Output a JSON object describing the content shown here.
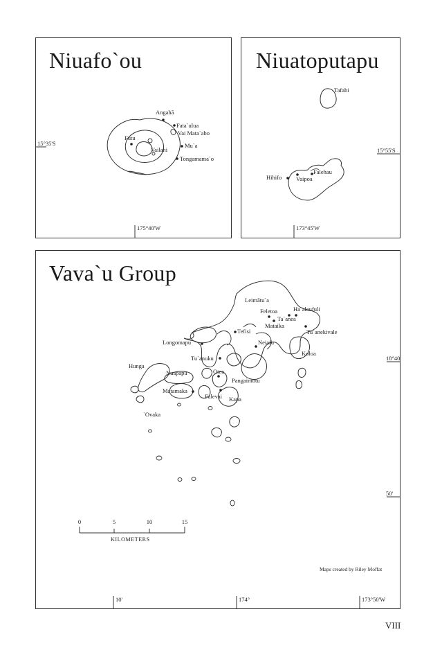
{
  "niuafoou": {
    "title": "Niuafo`ou",
    "places": {
      "angaha": "Angahā",
      "futaulua": "Fata`ulua",
      "vaimataabo": "Vai Mata`abo",
      "futu": "Futu",
      "vailahi": "Vailahi",
      "mua": "Mu`a",
      "tongamamao": "Tongamama`o"
    },
    "lat": "15°35'S",
    "lon": "175°40'W"
  },
  "niuatoputapu": {
    "title": "Niuatoputapu",
    "places": {
      "tafahi": "Tafahi",
      "falehau": "Falehau",
      "hihifo": "Hihifo",
      "vaipoa": "Vaipoa"
    },
    "lat": "15°55'S",
    "lon": "173°45'W"
  },
  "vavau": {
    "title": "Vava`u Group",
    "places": {
      "leimatua": "Leimātu`a",
      "feletoa": "Feletoa",
      "haalaufuli": "Ha`alaufuli",
      "taanea": "Ta`anea",
      "mataika": "Mataika",
      "tuanekivale": "Tu`anekivale",
      "tefisi": "Tefisi",
      "longomapu": "Longomapu",
      "neiafu": "Neiafu",
      "koloa": "Koloa",
      "tuanuku": "Tu`anuku",
      "hunga": "Hunga",
      "nuapapu": "Nuapapu",
      "otea": "Otea",
      "pangaimotu": "Pangaimotu",
      "matamaka": "Matamaka",
      "falevai": "Falevai",
      "kapa": "Kapa",
      "ovaka": "`Ovaka"
    },
    "lat_top": "18°40'S",
    "lat_bottom": "50'",
    "lon_left": "10'",
    "lon_mid": "174°",
    "lon_right": "173°50'W",
    "scale": {
      "ticks": [
        "0",
        "5",
        "10",
        "15"
      ],
      "label": "KILOMETERS"
    },
    "credit": "Maps created by Riley Moffat"
  },
  "page_number": "VIII"
}
